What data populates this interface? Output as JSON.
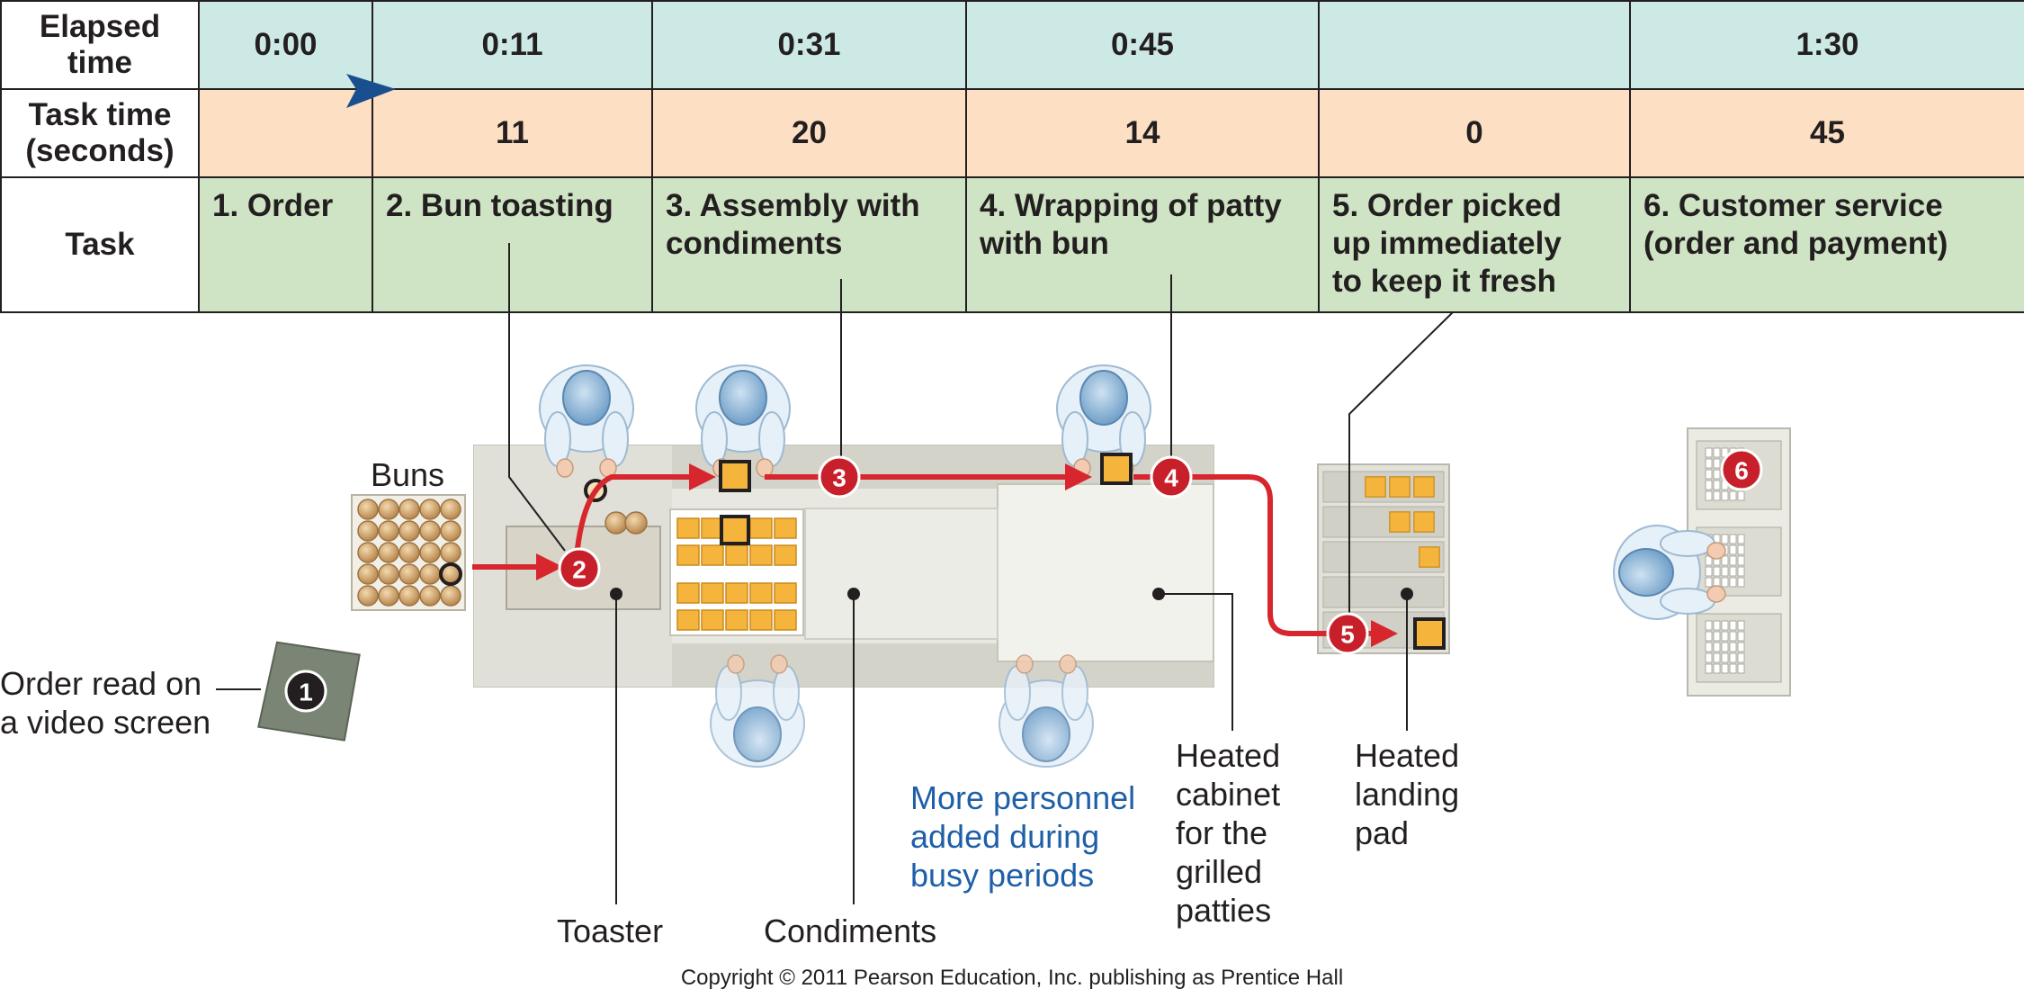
{
  "header": {
    "elapsed_label": "Elapsed\ntime",
    "task_time_label": "Task time\n(seconds)",
    "task_label": "Task"
  },
  "columns": [
    {
      "elapsed": "0:00",
      "task_time": "",
      "task": "1. Order"
    },
    {
      "elapsed": "0:11",
      "task_time": "11",
      "task": "2. Bun toasting"
    },
    {
      "elapsed": "0:31",
      "task_time": "20",
      "task": "3. Assembly with\n    condiments"
    },
    {
      "elapsed": "0:45",
      "task_time": "14",
      "task": "4. Wrapping of patty\n     with bun"
    },
    {
      "elapsed": "",
      "task_time": "0",
      "task": "5. Order picked\n    up immediately\n    to keep it fresh"
    },
    {
      "elapsed": "1:30",
      "task_time": "45",
      "task": "6. Customer service\n     (order and payment)"
    }
  ],
  "labels": {
    "buns": "Buns",
    "order_read": [
      "Order read on",
      "a video screen"
    ],
    "toaster": "Toaster",
    "condiments": "Condiments",
    "more_personnel": [
      "More personnel",
      "added during",
      "busy periods"
    ],
    "heated_cabinet": [
      "Heated",
      "cabinet",
      "for the",
      "grilled",
      "patties"
    ],
    "heated_landing_pad": [
      "Heated",
      "landing",
      "pad"
    ]
  },
  "step_markers": [
    "1",
    "2",
    "3",
    "4",
    "5",
    "6"
  ],
  "copyright": "Copyright © 2011 Pearson Education, Inc. publishing as Prentice Hall",
  "colors": {
    "elapsed_row": "#cde9e6",
    "task_time_row": "#fde0c3",
    "task_row": "#cfe4c4",
    "flow_path": "#d7262e",
    "marker": "#c8202a",
    "arrow": "#1a4f8f",
    "personnel_text": "#1e5fa8"
  }
}
